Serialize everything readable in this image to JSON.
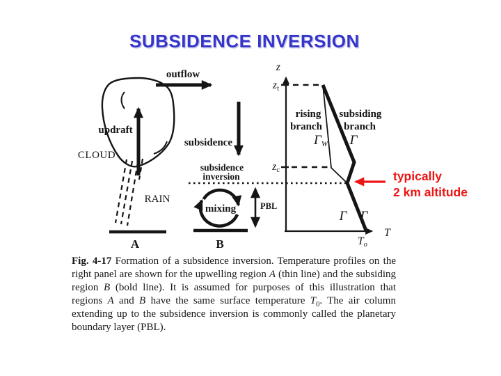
{
  "title": "SUBSIDENCE INVERSION",
  "colors": {
    "title_blue": "#3535cb",
    "annotation_red": "#ed1515",
    "ink": "#151515",
    "background": "#ffffff"
  },
  "diagram": {
    "left_panel": {
      "outflow": "outflow",
      "updraft": "updraft",
      "cloud": "CLOUD",
      "rain": "RAIN",
      "ground_label": "A"
    },
    "middle_panel": {
      "subsidence": "subsidence",
      "inversion_line1": "subsidence",
      "inversion_line2": "inversion",
      "mixing": "mixing",
      "pbl": "PBL",
      "ground_label": "B"
    },
    "right_panel": {
      "z_axis_label": "z",
      "zt_main": "z",
      "zt_sub": "t",
      "zc_main": "z",
      "zc_sub": "c",
      "rising_line1": "rising",
      "rising_line2": "branch",
      "subsiding_line1": "subsiding",
      "subsiding_line2": "branch",
      "gamma_w_main": "Γ",
      "gamma_w_sub": "W",
      "gamma_upper": "Γ",
      "gamma_lower_left": "Γ",
      "gamma_lower_right": "Γ",
      "t_axis_label": "T",
      "t0_main": "T",
      "t0_sub": "o"
    }
  },
  "annotation": {
    "line1": "typically",
    "line2": "2 km altitude"
  },
  "caption": {
    "fig_label": "Fig. 4-17",
    "part1": " Formation of a subsidence inversion. Temperature profiles on the right panel are shown for the upwelling region ",
    "region_a1": "A",
    "part2": " (thin line) and the subsiding region ",
    "region_b1": "B",
    "part3": " (bold line). It is assumed for purposes of this illustration that regions ",
    "region_a2": "A",
    "part4": " and ",
    "region_b2": "B",
    "part5": " have the same surface temperature ",
    "t_sym": "T",
    "t_sub": "0",
    "part6": ". The air column extending up to the subsidence inversion is commonly called the planetary boundary layer (PBL)."
  }
}
